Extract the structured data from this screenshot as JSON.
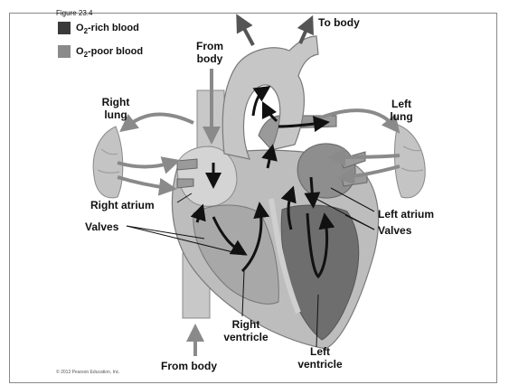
{
  "figure_label": "Figure 23.4",
  "copyright": "© 2013 Pearson Education, Inc.",
  "legend": {
    "rich": {
      "pre": "O",
      "sub": "2",
      "post": "-rich blood",
      "color": "#3a3a3a"
    },
    "poor": {
      "pre": "O",
      "sub": "2",
      "post": "-poor blood",
      "color": "#8a8a8a"
    }
  },
  "labels": {
    "to_body": "To body",
    "from_body_top_1": "From",
    "from_body_top_2": "body",
    "right_lung_1": "Right",
    "right_lung_2": "lung",
    "left_lung_1": "Left",
    "left_lung_2": "lung",
    "right_atrium": "Right atrium",
    "valves_left": "Valves",
    "left_atrium": "Left atrium",
    "valves_right": "Valves",
    "right_ventricle_1": "Right",
    "right_ventricle_2": "ventricle",
    "left_ventricle_1": "Left",
    "left_ventricle_2": "ventricle",
    "from_body_bottom": "From body"
  },
  "colors": {
    "o2_rich": "#3a3a3a",
    "o2_poor": "#8a8a8a",
    "tissue": "#b8b8b8",
    "tissue_light": "#d6d6d6"
  }
}
